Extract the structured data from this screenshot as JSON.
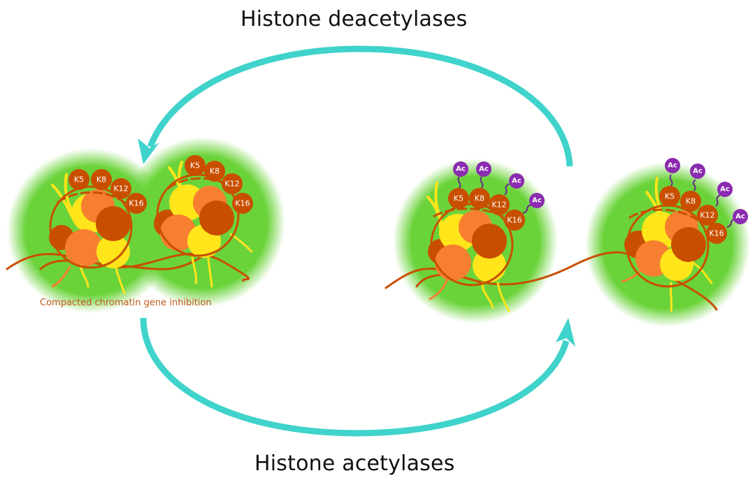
{
  "labels": {
    "top": "Histone deacetylases",
    "bottom": "Histone acetylases",
    "caption": "Compacted chromatin gene inhibition"
  },
  "colors": {
    "arrow": "#3FD3CB",
    "halo": "#6BD33A",
    "dna": "#C94F00",
    "histone_dark": "#C94F00",
    "histone_orange": "#F77F30",
    "histone_yellow": "#FFE51A",
    "acetyl": "#8B2BB0",
    "text": "#111111",
    "caption": "#C0581A"
  },
  "lysines": [
    "K5",
    "K8",
    "K12",
    "K16"
  ],
  "acetyl_label": "Ac",
  "states": [
    {
      "name": "compacted",
      "nucleosomes": 2,
      "acetylated": false
    },
    {
      "name": "open",
      "nucleosomes": 2,
      "acetylated": true
    }
  ],
  "arrows": [
    {
      "label": "Histone deacetylases",
      "from": "open",
      "to": "compacted"
    },
    {
      "label": "Histone acetylases",
      "from": "compacted",
      "to": "open"
    }
  ]
}
